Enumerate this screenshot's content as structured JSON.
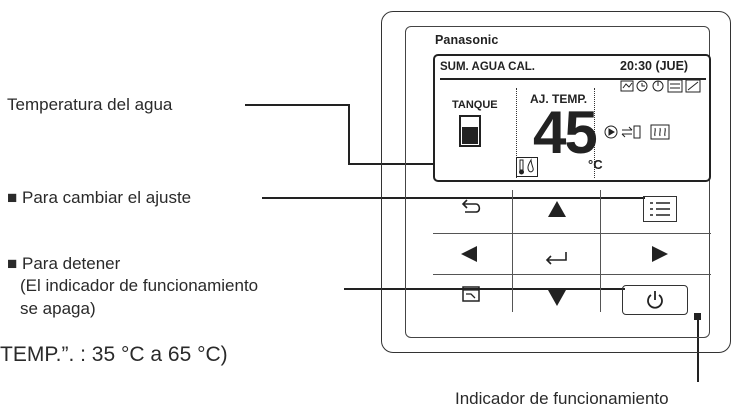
{
  "callouts": {
    "water_temp": "Temperatura del agua",
    "change_setting": "■ Para cambiar el ajuste",
    "stop_line1": "■ Para detener",
    "stop_line2": "(El indicador de funcionamiento",
    "stop_line3": "se apaga)",
    "indicator": "Indicador de funcionamiento",
    "range_text": "TEMP.”. : 35 °C a 65 °C)"
  },
  "device": {
    "brand": "Panasonic",
    "screen": {
      "mode": "SUM. AGUA CAL.",
      "clock": "20:30 (JUE)",
      "tank_label": "TANQUE",
      "set_label": "AJ. TEMP.",
      "temperature": "45",
      "unit": "°C"
    }
  },
  "colors": {
    "ink": "#222222",
    "background": "#ffffff"
  }
}
